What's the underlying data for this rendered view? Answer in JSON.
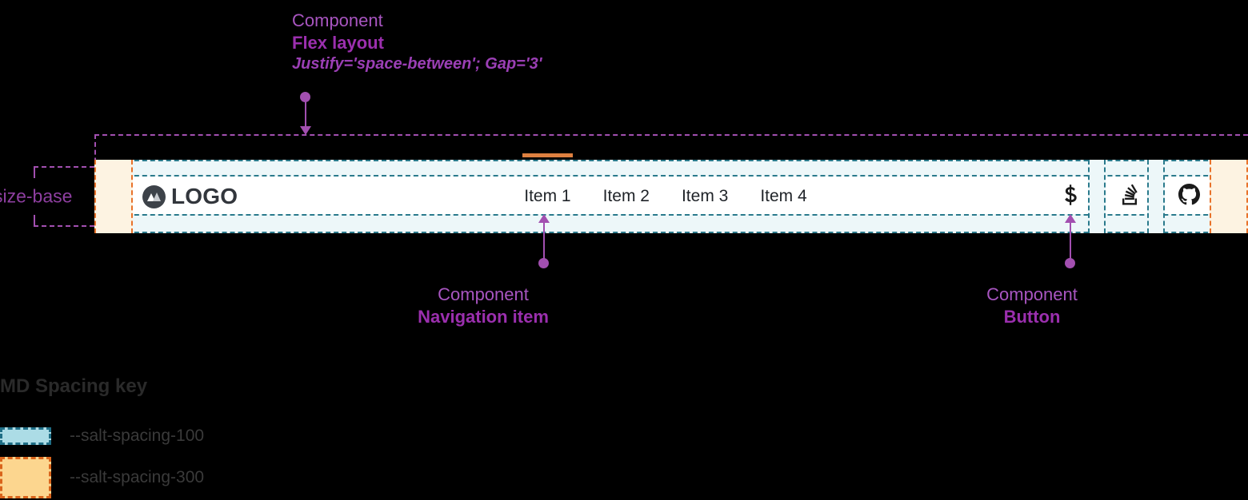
{
  "annotations": {
    "flex": {
      "kind": "Component",
      "name": "Flex layout",
      "props": "Justify='space-between'; Gap='3'"
    },
    "nav_item": {
      "kind": "Component",
      "name": "Navigation item"
    },
    "button": {
      "kind": "Component",
      "name": "Button"
    },
    "size_base": {
      "label": "size-base"
    }
  },
  "navbar": {
    "logo": {
      "icon": "mountain-logo-icon",
      "text": "LOGO"
    },
    "nav_items": [
      {
        "label": "Item 1",
        "active": true
      },
      {
        "label": "Item 2",
        "active": false
      },
      {
        "label": "Item 3",
        "active": false
      },
      {
        "label": "Item 4",
        "active": false
      }
    ],
    "actions": [
      {
        "icon": "salt-s-icon",
        "name": "salt-button"
      },
      {
        "icon": "stack-overflow-icon",
        "name": "stack-overflow-button"
      },
      {
        "icon": "github-icon",
        "name": "github-button"
      }
    ]
  },
  "legend": {
    "title": "MD Spacing key",
    "items": [
      {
        "token": "--salt-spacing-100",
        "fill": "#ACDCE6",
        "stroke": "#1F6E86"
      },
      {
        "token": "--salt-spacing-300",
        "fill": "#FCD68F",
        "stroke": "#D9641B"
      }
    ]
  },
  "colors": {
    "annotation_purple": "#A24FB0",
    "spacing_100_band": "#EDF7F9",
    "spacing_100_dash": "#2A7A8C",
    "spacing_300_band": "#FDF3E2",
    "spacing_300_dash": "#E8722A",
    "active_indicator": "#DE8040",
    "navbar_background": "#FFFFFF",
    "page_background": "#000000"
  }
}
